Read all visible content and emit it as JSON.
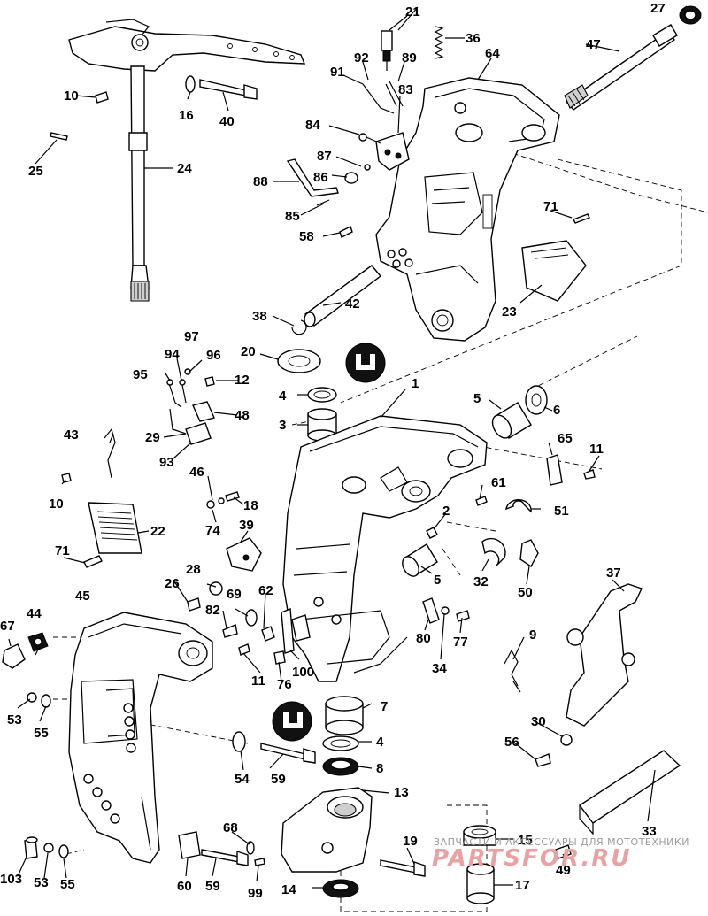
{
  "diagram": {
    "callouts": [
      "1",
      "2",
      "3",
      "4",
      "5",
      "6",
      "7",
      "8",
      "9",
      "10",
      "11",
      "12",
      "13",
      "14",
      "15",
      "16",
      "17",
      "18",
      "19",
      "20",
      "21",
      "22",
      "23",
      "24",
      "25",
      "26",
      "27",
      "28",
      "29",
      "30",
      "32",
      "33",
      "34",
      "36",
      "37",
      "38",
      "39",
      "40",
      "42",
      "43",
      "44",
      "45",
      "46",
      "47",
      "48",
      "49",
      "50",
      "51",
      "53",
      "54",
      "55",
      "56",
      "58",
      "59",
      "60",
      "61",
      "62",
      "64",
      "65",
      "67",
      "68",
      "69",
      "71",
      "74",
      "76",
      "77",
      "80",
      "82",
      "83",
      "84",
      "85",
      "86",
      "87",
      "88",
      "89",
      "91",
      "92",
      "93",
      "94",
      "95",
      "96",
      "97",
      "99",
      "100",
      "103"
    ]
  },
  "watermark": {
    "line1": "ЗАПЧАСТИ И АКСЕССУАРЫ ДЛЯ МОТОТЕХНИКИ",
    "line2": "PARTSFOR.RU"
  }
}
